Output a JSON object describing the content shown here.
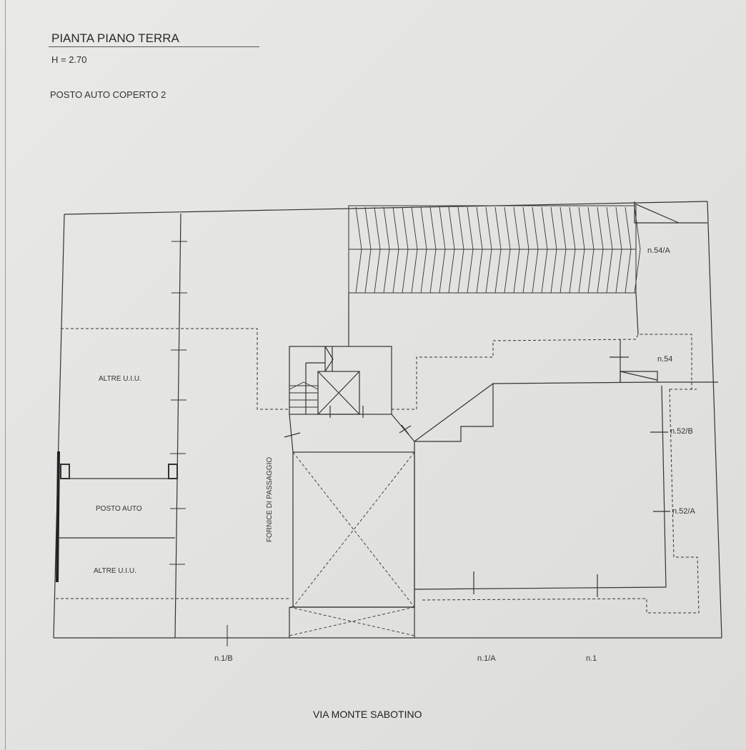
{
  "header": {
    "title": "PIANTA PIANO TERRA",
    "height": "H = 2.70",
    "subtitle": "POSTO AUTO COPERTO 2"
  },
  "plan": {
    "rooms": {
      "altre_uiu_top": "ALTRE U.I.U.",
      "posto_auto": "POSTO AUTO",
      "altre_uiu_bottom": "ALTRE U.I.U.",
      "fornice": "FORNICE DI PASSAGGIO"
    },
    "civic_numbers": {
      "n54a": "n.54/A",
      "n54": "n.54",
      "n52b": "n.52/B",
      "n52a": "n.52/A",
      "n1b": "n.1/B",
      "n1a": "n.1/A",
      "n1": "n.1"
    },
    "street": "VIA MONTE SABOTINO"
  }
}
